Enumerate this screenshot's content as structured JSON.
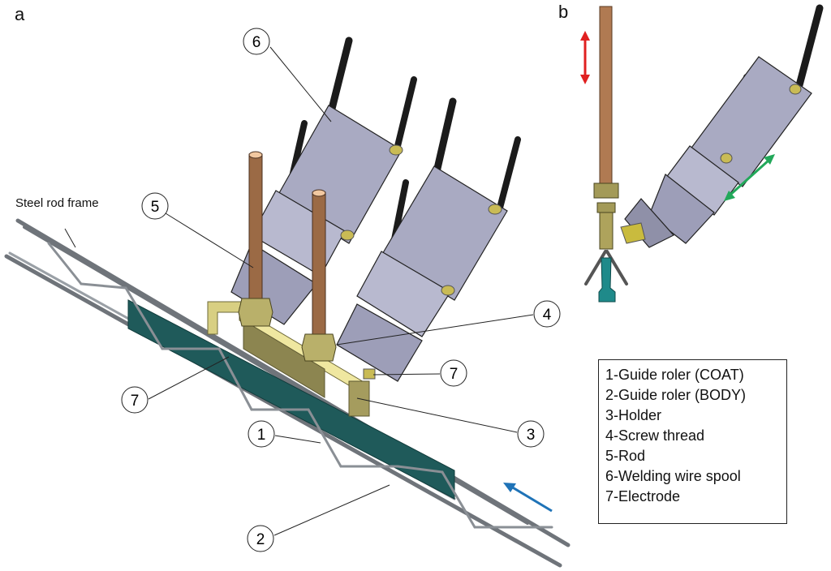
{
  "figure": {
    "panel_a_label": "a",
    "panel_b_label": "b",
    "frame_label": "Steel rod frame",
    "callouts": [
      {
        "id": "6",
        "target": "welding-wire-spool"
      },
      {
        "id": "5",
        "target": "rod"
      },
      {
        "id": "4",
        "target": "screw-thread"
      },
      {
        "id": "7",
        "target": "electrode-right"
      },
      {
        "id": "7",
        "target": "electrode-left"
      },
      {
        "id": "3",
        "target": "holder"
      },
      {
        "id": "1",
        "target": "guide-roller-coat"
      },
      {
        "id": "2",
        "target": "guide-roller-body"
      }
    ],
    "legend": [
      "1-Guide roler (COAT)",
      "2-Guide roler (BODY)",
      "3-Holder",
      "4-Screw thread",
      "5-Rod",
      "6-Welding wire spool",
      "7-Electrode"
    ],
    "colors": {
      "rod": "#9b6a45",
      "rod_top": "#f2c8a0",
      "spool_body": "#a9aac2",
      "spool_dark": "#7f8098",
      "holder": "#c8c07a",
      "holder_dark": "#8c8550",
      "steel": "#8e9298",
      "web": "#1f5a5a",
      "wire": "#1b1b1b",
      "arrow_blue": "#1f73b7",
      "arrow_red": "#e02020",
      "arrow_green": "#22a85a"
    }
  }
}
